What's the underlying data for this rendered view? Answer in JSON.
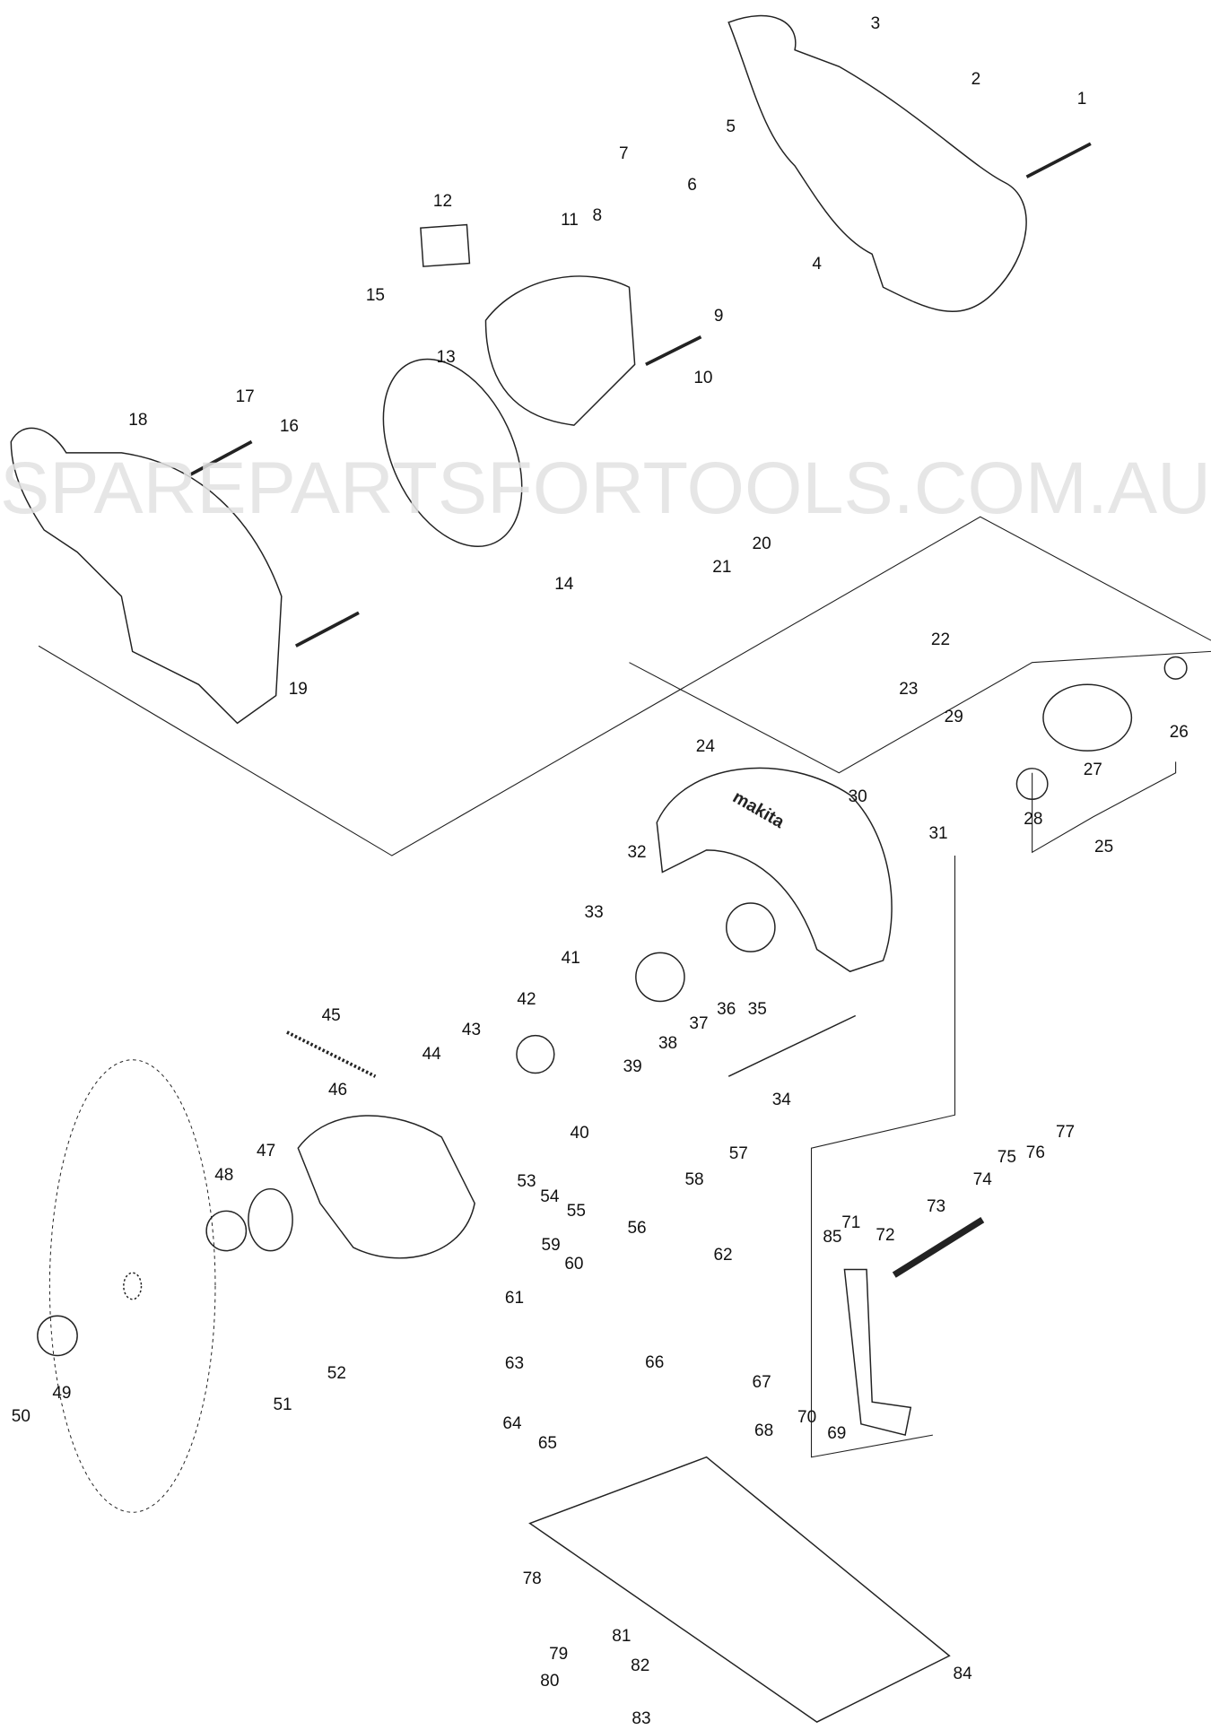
{
  "diagram": {
    "watermark": "SPAREPARTSFORTOOLS.COM.AU",
    "brand_on_guard": "makita",
    "part_numbers": [
      "1",
      "2",
      "3",
      "4",
      "5",
      "6",
      "7",
      "8",
      "9",
      "10",
      "11",
      "12",
      "13",
      "14",
      "15",
      "16",
      "17",
      "18",
      "19",
      "20",
      "21",
      "22",
      "23",
      "24",
      "25",
      "26",
      "27",
      "28",
      "29",
      "30",
      "31",
      "32",
      "33",
      "34",
      "35",
      "36",
      "37",
      "38",
      "39",
      "40",
      "41",
      "42",
      "43",
      "44",
      "45",
      "46",
      "47",
      "48",
      "49",
      "50",
      "51",
      "52",
      "53",
      "54",
      "55",
      "56",
      "57",
      "58",
      "59",
      "60",
      "61",
      "62",
      "63",
      "64",
      "65",
      "66",
      "67",
      "68",
      "69",
      "70",
      "71",
      "72",
      "73",
      "74",
      "75",
      "76",
      "77",
      "78",
      "79",
      "80",
      "81",
      "82",
      "83",
      "84",
      "85"
    ]
  }
}
